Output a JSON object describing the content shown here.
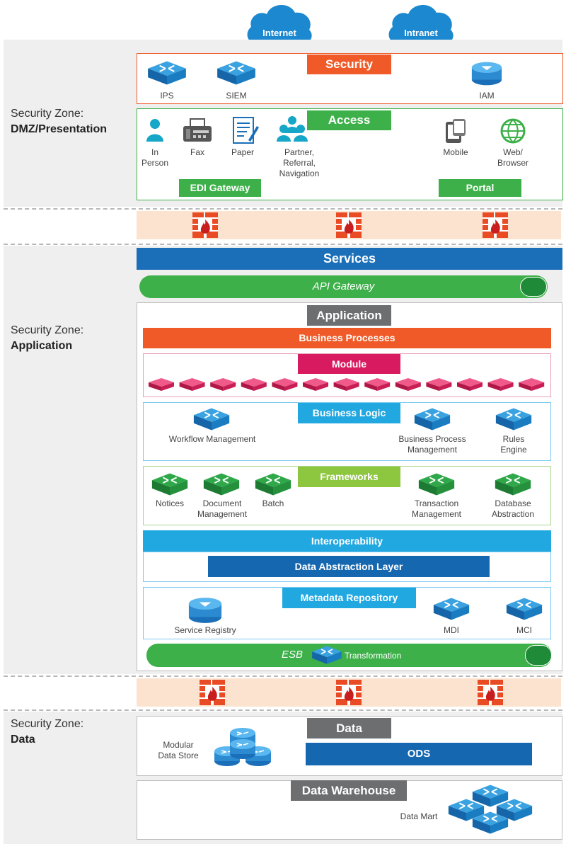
{
  "clouds": {
    "internet": "Internet",
    "intranet": "Intranet"
  },
  "zones": {
    "dmz": {
      "prefix": "Security Zone:",
      "name": "DMZ/Presentation"
    },
    "application": {
      "prefix": "Security Zone:",
      "name": "Application"
    },
    "data": {
      "prefix": "Security Zone:",
      "name": "Data"
    }
  },
  "security": {
    "title": "Security",
    "items": {
      "ips": "IPS",
      "siem": "SIEM",
      "iam": "IAM"
    }
  },
  "access": {
    "title": "Access",
    "items": {
      "in_person": "In\nPerson",
      "fax": "Fax",
      "paper": "Paper",
      "partner": "Partner,\nReferral,\nNavigation",
      "mobile": "Mobile",
      "web": "Web/\nBrowser"
    },
    "edi_gateway": "EDI Gateway",
    "portal": "Portal"
  },
  "services": {
    "title": "Services",
    "api_gateway": "API Gateway"
  },
  "application": {
    "title": "Application",
    "business_processes": "Business Processes",
    "module": "Module",
    "module_count": 13,
    "business_logic": {
      "title": "Business Logic",
      "workflow": "Workflow Management",
      "bpm": "Business Process\nManagement",
      "rules": "Rules\nEngine"
    },
    "frameworks": {
      "title": "Frameworks",
      "notices": "Notices",
      "document": "Document\nManagement",
      "batch": "Batch",
      "transaction": "Transaction\nManagement",
      "database": "Database\nAbstraction"
    },
    "interoperability": "Interoperability",
    "data_abstraction": "Data Abstraction Layer",
    "metadata": {
      "title": "Metadata Repository",
      "service_registry": "Service Registry",
      "mdi": "MDI",
      "mci": "MCI"
    },
    "esb": {
      "label": "ESB",
      "transformation": "Transformation"
    }
  },
  "data": {
    "title": "Data",
    "modular_store": "Modular\nData Store",
    "ods": "ODS"
  },
  "warehouse": {
    "title": "Data Warehouse",
    "data_mart": "Data Mart"
  },
  "colors": {
    "orange": "#f05a28",
    "green": "#3db049",
    "blue": "#1a6fb8",
    "gray": "#6d6e70",
    "crimson": "#d81b60",
    "lightblue": "#22a8e0",
    "lightgreen": "#8dc63f",
    "darkblue": "#1567b0"
  }
}
